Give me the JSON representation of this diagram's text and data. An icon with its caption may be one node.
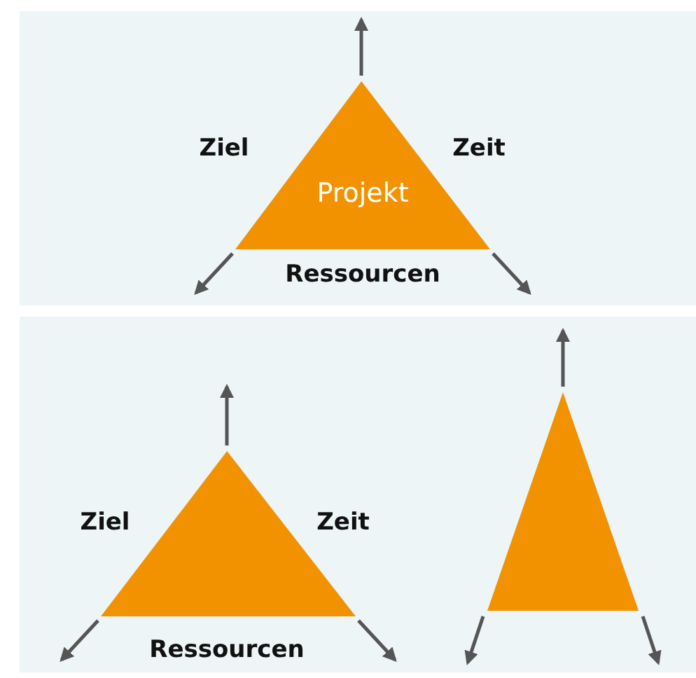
{
  "diagram": {
    "nodes": [
      {
        "text": [
          "Projekt"
        ]
      },
      {
        "text": [],
        "shape": "triangle"
      },
      {
        "text": [],
        "shape": "triangle"
      }
    ],
    "edges": [],
    "labels": [
      "Ziel",
      "Zeit",
      "Ressourcen",
      "Ziel",
      "Zeit",
      "Ressourcen"
    ]
  }
}
